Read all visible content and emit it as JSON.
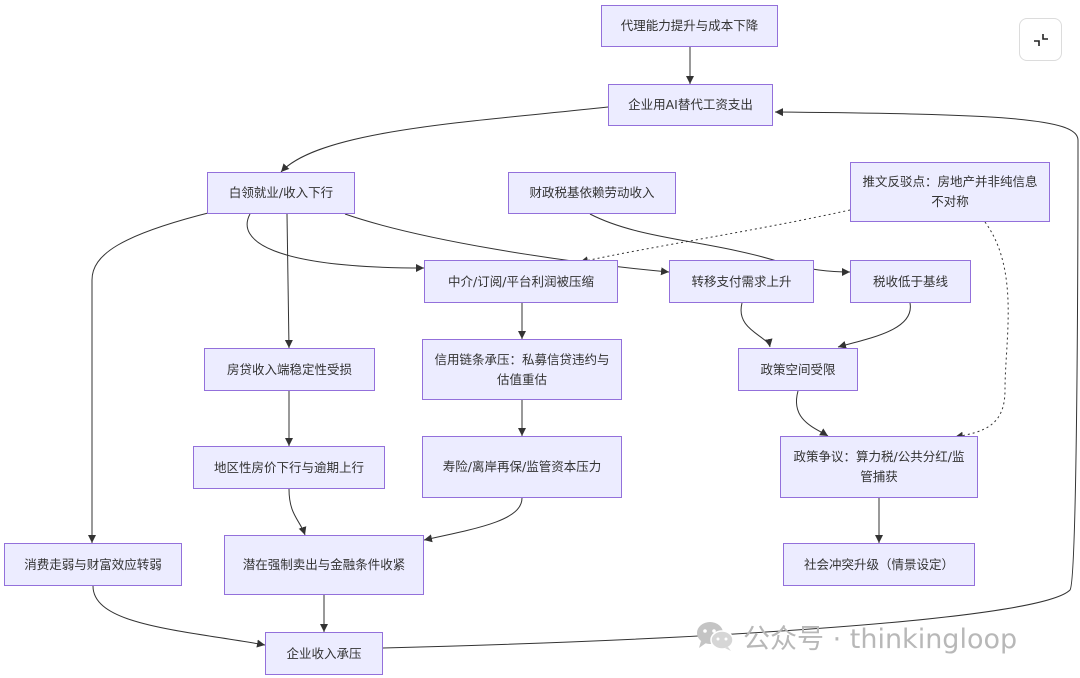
{
  "nodes": {
    "n1": "代理能力提升与成本下降",
    "n2": "企业用AI替代工资支出",
    "n3": "白领就业/收入下行",
    "n4": "财政税基依赖劳动收入",
    "n5": "推文反驳点：房地产并非纯信息不对称",
    "n6": "中介/订阅/平台利润被压缩",
    "n7": "转移支付需求上升",
    "n8": "税收低于基线",
    "n9": "房贷收入端稳定性受损",
    "n10": "信用链条承压：私募信贷违约与估值重估",
    "n11": "政策空间受限",
    "n12": "地区性房价下行与逾期上行",
    "n13": "寿险/离岸再保/监管资本压力",
    "n14": "政策争议：算力税/公共分红/监管捕获",
    "n15": "消费走弱与财富效应转弱",
    "n16": "潜在强制卖出与金融条件收紧",
    "n17": "社会冲突升级（情景设定）",
    "n18": "企业收入承压"
  },
  "watermark": {
    "text": "公众号 · thinkingloop",
    "icon": "wechat-icon"
  },
  "controls": {
    "exit_icon": "collapse-icon"
  },
  "colors": {
    "node_fill": "#ECECFF",
    "node_border": "#9370DB",
    "edge": "#333333",
    "watermark": "#b8b8b8"
  }
}
